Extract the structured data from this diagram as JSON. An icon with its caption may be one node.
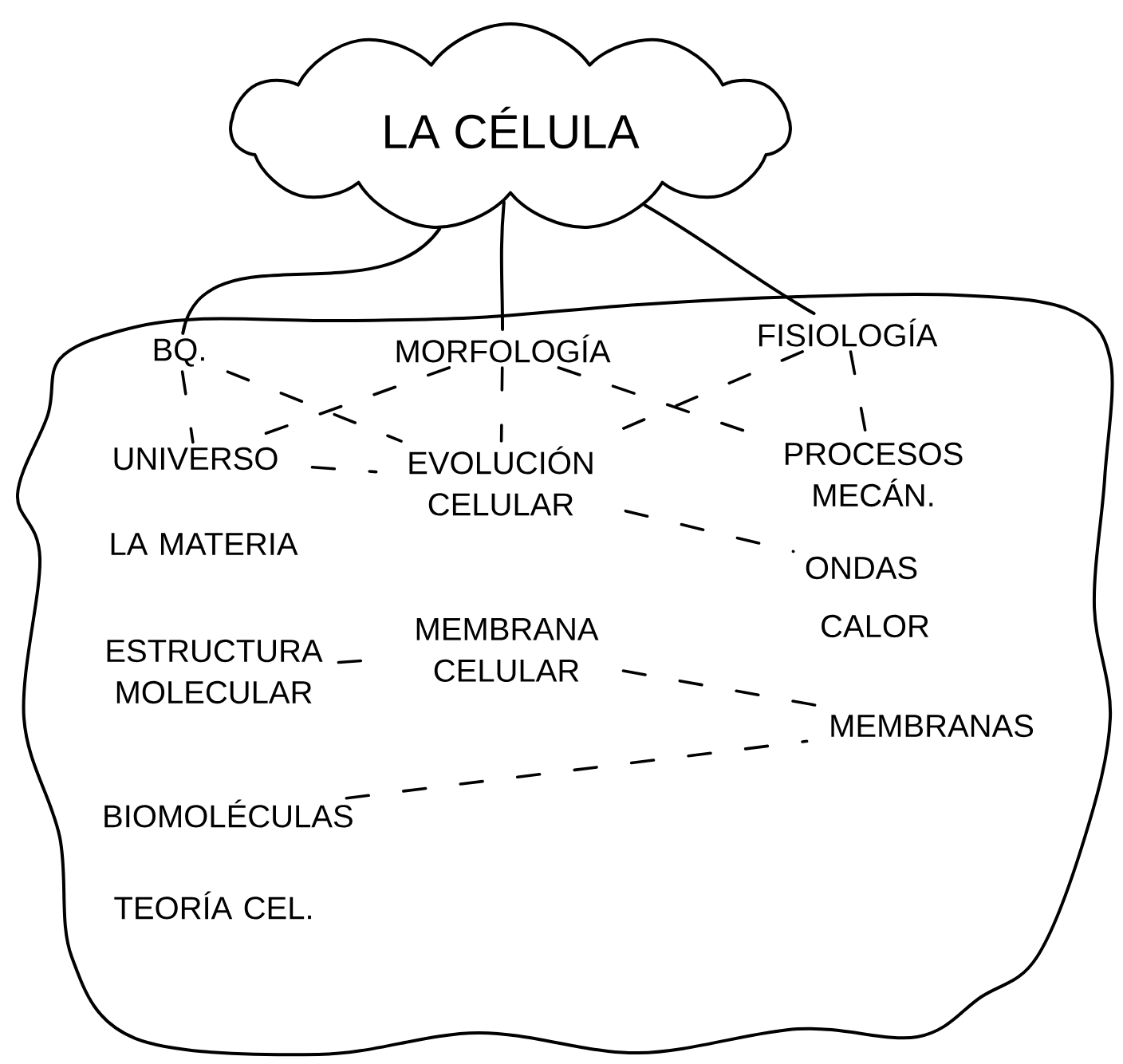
{
  "diagram": {
    "nodes": [
      {
        "text": [
          "LA CÉLULA"
        ]
      },
      {
        "text": [],
        "shape": "cloud"
      },
      {
        "text": [
          "BQ."
        ],
        "in": 1
      },
      {
        "text": [
          "MORFOLOGÍA"
        ],
        "in": 1
      },
      {
        "text": [
          "FISIOLOGÍA"
        ],
        "in": 1
      },
      {
        "text": [
          "UNIVERSO"
        ],
        "in": 1
      },
      {
        "text": [
          "EVOLUCIÓN CELULAR"
        ],
        "in": 1
      },
      {
        "text": [
          "PROCESOS MECÁN."
        ],
        "in": 1
      },
      {
        "text": [
          "LA MATERIA"
        ],
        "in": 1
      },
      {
        "text": [
          "ONDAS"
        ],
        "in": 1
      },
      {
        "text": [
          "CALOR"
        ],
        "in": 1
      },
      {
        "text": [
          "ESTRUCTURA MOLECULAR"
        ],
        "in": 1
      },
      {
        "text": [
          "MEMBRANA CELULAR"
        ],
        "in": 1
      },
      {
        "text": [
          "MEMBRANAS"
        ],
        "in": 1
      },
      {
        "text": [
          "BIOMOLÉCULAS"
        ],
        "in": 1
      },
      {
        "text": [
          "TEORÍA CEL."
        ],
        "in": 1
      }
    ],
    "edges": [
      {
        "from": 0,
        "to": 2,
        "arrow": "none"
      },
      {
        "from": 0,
        "to": 3,
        "arrow": "none"
      },
      {
        "from": 0,
        "to": 4,
        "arrow": "none"
      },
      {
        "from": 2,
        "to": 5,
        "arrow": "none",
        "style": "dashed"
      },
      {
        "from": 2,
        "to": 6,
        "arrow": "none",
        "style": "dashed"
      },
      {
        "from": 3,
        "to": 5,
        "arrow": "none",
        "style": "dashed"
      },
      {
        "from": 3,
        "to": 6,
        "arrow": "none",
        "style": "dashed"
      },
      {
        "from": 3,
        "to": 7,
        "arrow": "none",
        "style": "dashed"
      },
      {
        "from": 4,
        "to": 6,
        "arrow": "none",
        "style": "dashed"
      },
      {
        "from": 4,
        "to": 7,
        "arrow": "none",
        "style": "dashed"
      },
      {
        "from": 5,
        "to": 6,
        "arrow": "none",
        "style": "dashed"
      },
      {
        "from": 6,
        "to": 9,
        "arrow": "none",
        "style": "dashed"
      },
      {
        "from": 11,
        "to": 12,
        "arrow": "none",
        "style": "dashed"
      },
      {
        "from": 12,
        "to": 13,
        "arrow": "none",
        "style": "dashed"
      },
      {
        "from": 14,
        "to": 13,
        "arrow": "none",
        "style": "dashed"
      }
    ]
  }
}
